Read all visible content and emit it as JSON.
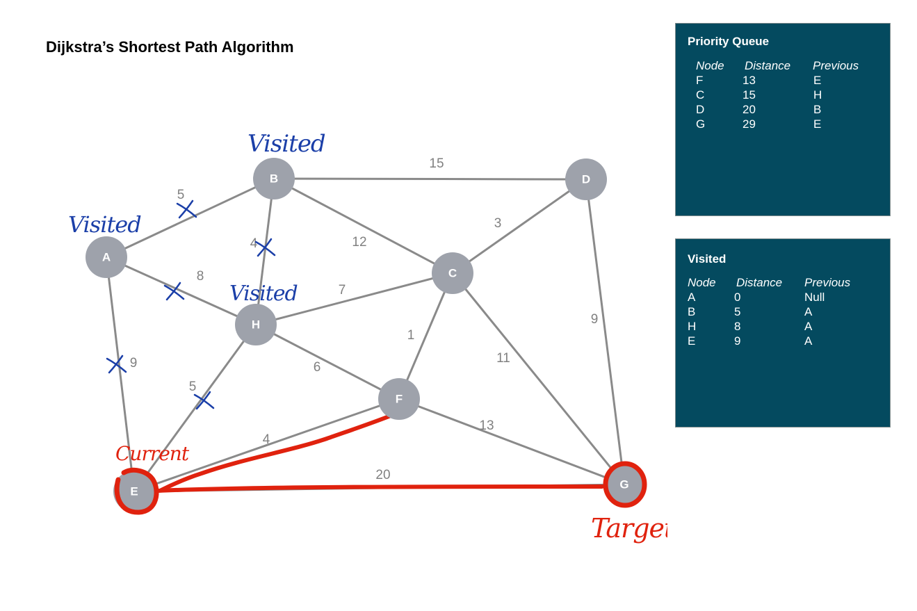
{
  "page": {
    "title": "Dijkstra’s Shortest Path Algorithm"
  },
  "graph": {
    "nodes": [
      {
        "id": "A",
        "label": "A"
      },
      {
        "id": "B",
        "label": "B"
      },
      {
        "id": "C",
        "label": "C"
      },
      {
        "id": "D",
        "label": "D"
      },
      {
        "id": "E",
        "label": "E"
      },
      {
        "id": "F",
        "label": "F"
      },
      {
        "id": "G",
        "label": "G"
      },
      {
        "id": "H",
        "label": "H"
      }
    ],
    "edges": [
      {
        "from": "A",
        "to": "B",
        "weight": "5",
        "crossed": true
      },
      {
        "from": "A",
        "to": "H",
        "weight": "8",
        "crossed": true
      },
      {
        "from": "A",
        "to": "E",
        "weight": "9",
        "crossed": true
      },
      {
        "from": "B",
        "to": "D",
        "weight": "15",
        "crossed": false
      },
      {
        "from": "B",
        "to": "C",
        "weight": "12",
        "crossed": false
      },
      {
        "from": "B",
        "to": "H",
        "weight": "4",
        "crossed": true
      },
      {
        "from": "C",
        "to": "D",
        "weight": "3",
        "crossed": false
      },
      {
        "from": "H",
        "to": "C",
        "weight": "7",
        "crossed": false
      },
      {
        "from": "C",
        "to": "F",
        "weight": "1",
        "crossed": false
      },
      {
        "from": "C",
        "to": "G",
        "weight": "11",
        "crossed": false
      },
      {
        "from": "D",
        "to": "G",
        "weight": "9",
        "crossed": false
      },
      {
        "from": "H",
        "to": "F",
        "weight": "6",
        "crossed": false
      },
      {
        "from": "H",
        "to": "E",
        "weight": "5",
        "crossed": true
      },
      {
        "from": "E",
        "to": "F",
        "weight": "4",
        "crossed": false
      },
      {
        "from": "F",
        "to": "G",
        "weight": "13",
        "crossed": false
      },
      {
        "from": "E",
        "to": "G",
        "weight": "20",
        "crossed": false
      }
    ],
    "annotations": {
      "visited_a": "Visited",
      "visited_b": "Visited",
      "visited_h": "Visited",
      "current": "Current",
      "target": "Target"
    },
    "colors": {
      "node_fill": "#9ea2ab",
      "edge": "#8a8a8a",
      "weight_text": "#808080",
      "blue_ink": "#1b3fa8",
      "red_ink": "#e0220e"
    }
  },
  "priority_queue": {
    "title": "Priority Queue",
    "headers": [
      "Node",
      "Distance",
      "Previous"
    ],
    "rows": [
      [
        "F",
        "13",
        "E"
      ],
      [
        "C",
        "15",
        "H"
      ],
      [
        "D",
        "20",
        "B"
      ],
      [
        "G",
        "29",
        "E"
      ]
    ]
  },
  "visited": {
    "title": "Visited",
    "headers": [
      "Node",
      "Distance",
      "Previous"
    ],
    "rows": [
      [
        "A",
        "0",
        "Null"
      ],
      [
        "B",
        "5",
        "A"
      ],
      [
        "H",
        "8",
        "A"
      ],
      [
        "E",
        "9",
        "A"
      ]
    ]
  },
  "colors": {
    "panel_bg": "#044a5f",
    "panel_text": "#ffffff"
  }
}
